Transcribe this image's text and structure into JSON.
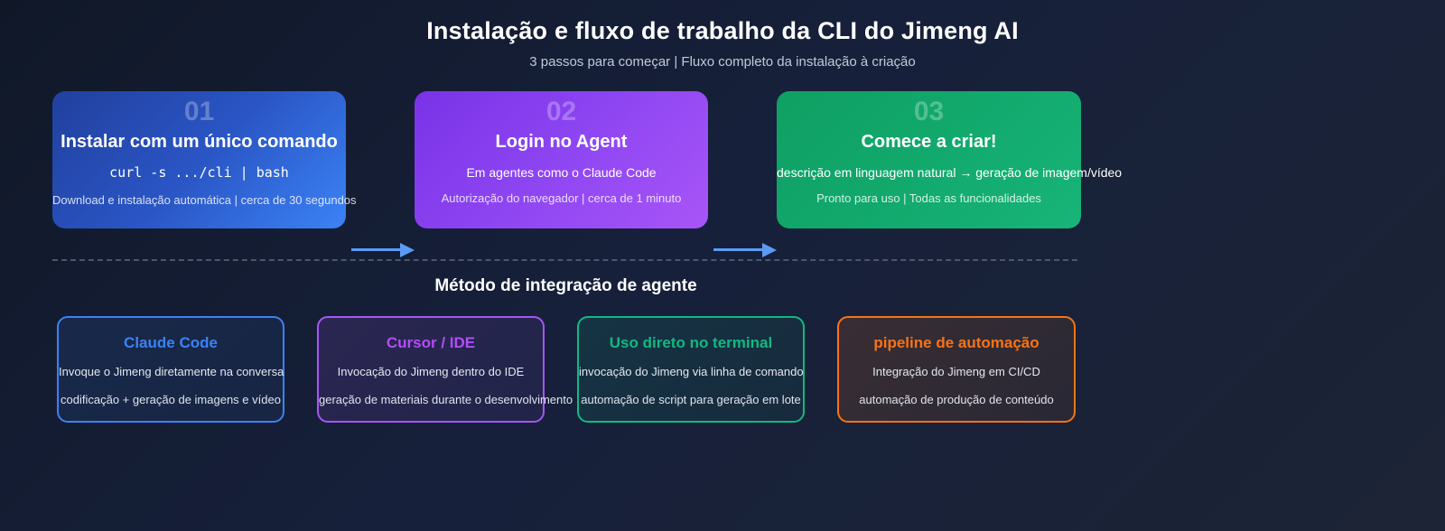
{
  "header": {
    "title": "Instalação e fluxo de trabalho da CLI do Jimeng AI",
    "subtitle": "3 passos para começar | Fluxo completo da instalação à criação"
  },
  "steps": [
    {
      "number": "01",
      "title": "Instalar com um único comando",
      "command": "curl -s .../cli | bash",
      "meta": "Download e instalação automática | cerca de 30 segundos",
      "color": "#3b82f6"
    },
    {
      "number": "02",
      "title": "Login no Agent",
      "description": "Em agentes como o Claude Code",
      "meta": "Autorização do navegador | cerca de 1 minuto",
      "color": "#a855f7"
    },
    {
      "number": "03",
      "title": "Comece a criar!",
      "description": "descrição em linguagem natural → geração de imagem/vídeo",
      "meta": "Pronto para uso | Todas as funcionalidades",
      "color": "#10b981"
    }
  ],
  "section": {
    "heading": "Método de integração de agente"
  },
  "integrations": [
    {
      "title": "Claude Code",
      "line1": "Invoque o Jimeng diretamente na conversa",
      "line2": "codificação + geração de imagens e vídeo",
      "color": "#3b82f6"
    },
    {
      "title": "Cursor / IDE",
      "line1": "Invocação do Jimeng dentro do IDE",
      "line2": "geração de materiais durante o desenvolvimento",
      "color": "#a855f7"
    },
    {
      "title": "Uso direto no terminal",
      "line1": "invocação do Jimeng via linha de comando",
      "line2": "automação de script para geração em lote",
      "color": "#10b981"
    },
    {
      "title": "pipeline de automação",
      "line1": "Integração do Jimeng em CI/CD",
      "line2": "automação de produção de conteúdo",
      "color": "#f97316"
    }
  ],
  "theme": {
    "background_dark": "#101828",
    "background_light": "#1c2435",
    "arrow_color": "#5b9bf5",
    "divider_color": "#4d5668"
  }
}
